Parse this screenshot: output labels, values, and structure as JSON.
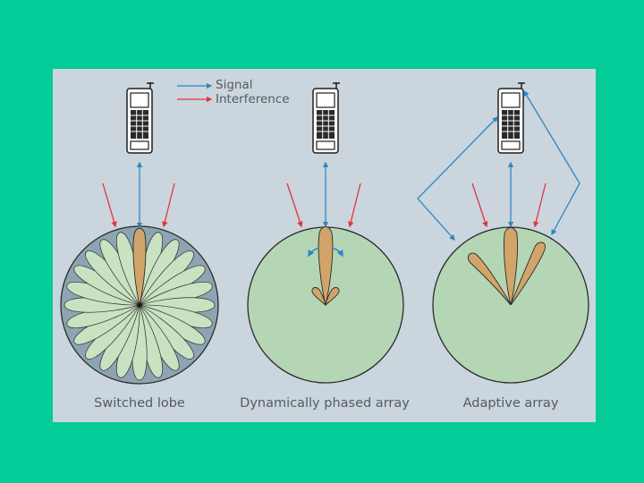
{
  "legend": {
    "signal": "Signal",
    "interference": "Interference"
  },
  "panels": [
    {
      "caption": "Switched lobe"
    },
    {
      "caption": "Dynamically phased array"
    },
    {
      "caption": "Adaptive array"
    }
  ],
  "colors": {
    "background": "#03cc99",
    "panel": "#cad5dd",
    "disk": "#b5d6b5",
    "beam": "#d1a56a",
    "lobe": "#c9e2c1",
    "ring": "#8da4b2",
    "signal": "#2f86c2",
    "interference": "#e0343d"
  },
  "icons": [
    "mobile-phone-icon",
    "signal-arrow-icon",
    "interference-arrow-icon"
  ]
}
